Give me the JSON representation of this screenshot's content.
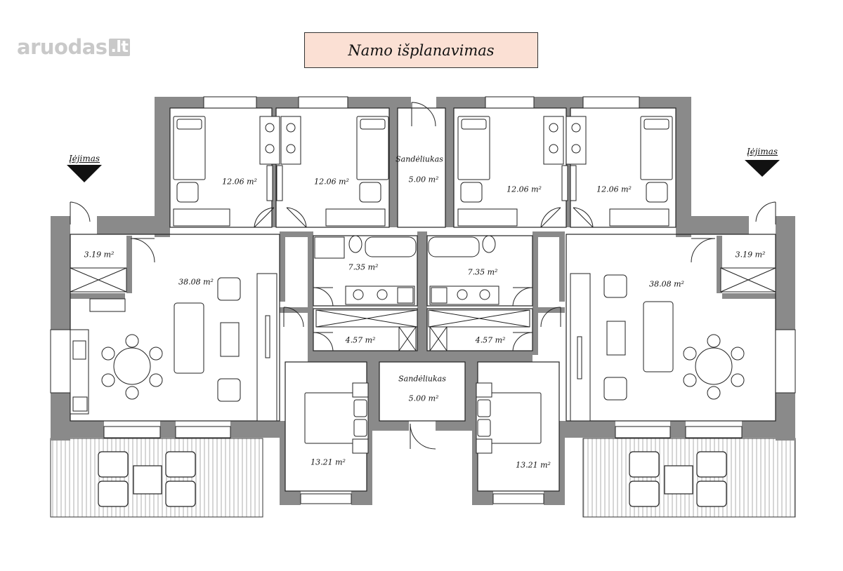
{
  "title": "Namo išplanavimas",
  "watermark": {
    "name": "aruodas",
    "tld": ".lt"
  },
  "entrances": {
    "left": "Įėjimas",
    "right": "Įėjimas"
  },
  "rooms": {
    "bedroom_1": "12.06 m²",
    "bedroom_2": "12.06 m²",
    "storage_top": "Sandėliukas",
    "storage_top_area": "5.00 m²",
    "bedroom_3": "12.06 m²",
    "bedroom_4": "12.06 m²",
    "hall_left": "3.19 m²",
    "hall_right": "3.19 m²",
    "living_left": "38.08 m²",
    "living_right": "38.08 m²",
    "bath_left": "7.35 m²",
    "bath_right": "7.35 m²",
    "utility_left": "4.57 m²",
    "utility_right": "4.57 m²",
    "storage_mid": "Sandėliukas",
    "storage_mid_area": "5.00 m²",
    "bedroom_5": "13.21 m²",
    "bedroom_6": "13.21 m²"
  },
  "colors": {
    "wall": "#8a8a8a",
    "title_bg": "#fbe0d4",
    "line": "#222222",
    "watermark": "#c9c9c9"
  }
}
